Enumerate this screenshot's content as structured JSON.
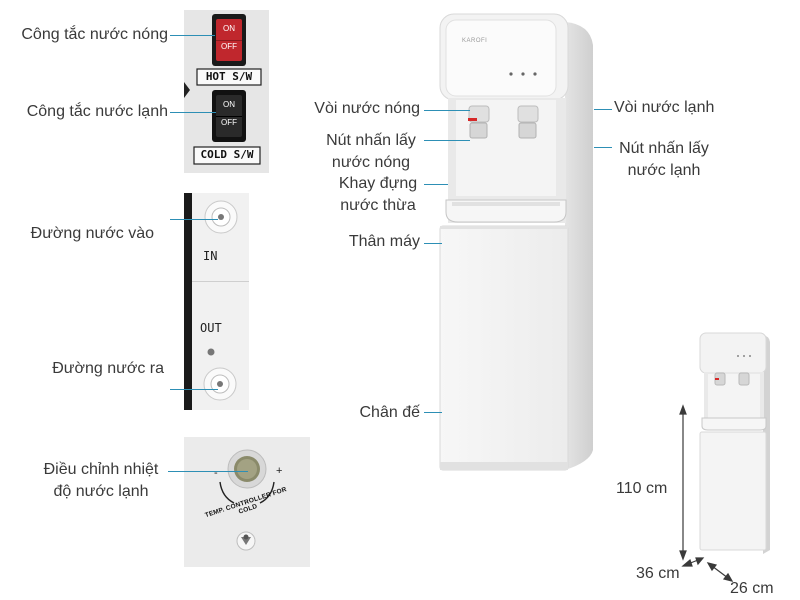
{
  "labels": {
    "hot_switch": "Công tắc nước nóng",
    "cold_switch": "Công tắc nước lạnh",
    "water_in": "Đường nước vào",
    "water_out": "Đường nước ra",
    "temp_adjust_1": "Điều chỉnh nhiệt",
    "temp_adjust_2": "độ nước lạnh",
    "hot_tap": "Vòi nước nóng",
    "hot_button_1": "Nút nhấn lấy",
    "hot_button_2": "nước nóng",
    "drip_tray_1": "Khay đựng",
    "drip_tray_2": "nước thừa",
    "body": "Thân máy",
    "base": "Chân đế",
    "cold_tap": "Vòi nước lạnh",
    "cold_button_1": "Nút nhấn lấy",
    "cold_button_2": "nước lạnh"
  },
  "switch_panel": {
    "hot_on": "ON",
    "hot_off": "OFF",
    "hot_caption": "HOT S/W",
    "cold_on": "ON",
    "cold_off": "OFF",
    "cold_caption": "COLD S/W"
  },
  "port_panel": {
    "in_label": "IN",
    "out_label": "OUT"
  },
  "temp_panel": {
    "ring_text": "TEMP. CONTROLLER FOR COLD",
    "minus": "-",
    "plus": "+"
  },
  "brand_mark": "KAROFI",
  "dimensions": {
    "height": "110 cm",
    "width": "36 cm",
    "depth": "26 cm"
  },
  "colors": {
    "leader_line": "#2d8fb5",
    "hot_switch": "#c0272d",
    "cold_switch": "#1e1e1e",
    "hot_tap_indicator": "#d62828"
  }
}
